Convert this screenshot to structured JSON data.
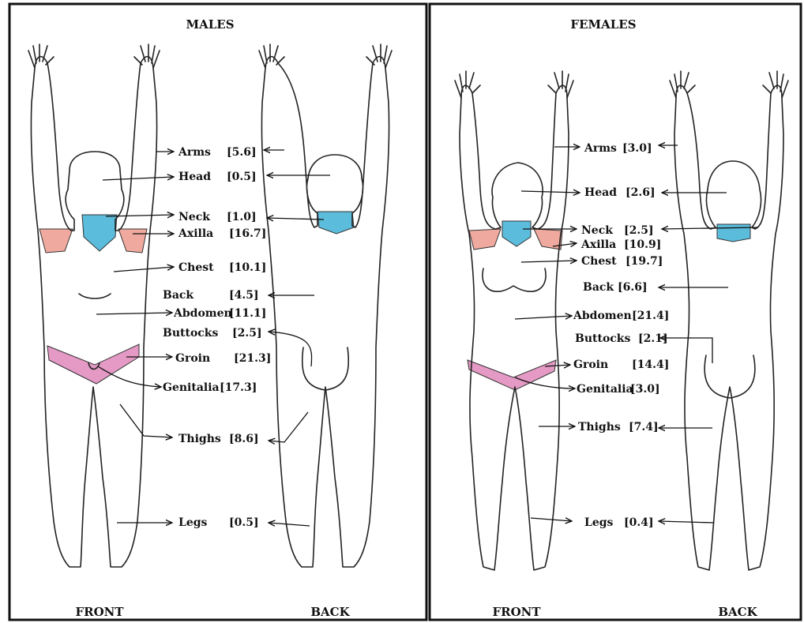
{
  "panels": [
    {
      "title": "MALES",
      "front_label": "FRONT",
      "back_label": "BACK",
      "labels": [
        {
          "text": "Arms",
          "value": "[5.6]"
        },
        {
          "text": "Head",
          "value": "[0.5]"
        },
        {
          "text": "Neck",
          "value": "[1.0]"
        },
        {
          "text": "Axilla",
          "value": "[16.7]"
        },
        {
          "text": "Chest",
          "value": "[10.1]"
        },
        {
          "text": "Back",
          "value": "[4.5]"
        },
        {
          "text": "Abdomen",
          "value": "[11.1]"
        },
        {
          "text": "Buttocks",
          "value": "[2.5]"
        },
        {
          "text": "Groin",
          "value": "[21.3]"
        },
        {
          "text": "Genitalia",
          "value": "[17.3]"
        },
        {
          "text": "Thighs",
          "value": "[8.6]"
        },
        {
          "text": "Legs",
          "value": "[0.5]"
        }
      ]
    },
    {
      "title": "FEMALES",
      "front_label": "FRONT",
      "back_label": "BACK",
      "labels": [
        {
          "text": "Arms",
          "value": "[3.0]"
        },
        {
          "text": "Head",
          "value": "[2.6]"
        },
        {
          "text": "Neck",
          "value": "[2.5]"
        },
        {
          "text": "Axilla",
          "value": "[10.9]"
        },
        {
          "text": "Chest",
          "value": "[19.7]"
        },
        {
          "text": "Back",
          "value": "[6.6]"
        },
        {
          "text": "Abdomen",
          "value": "[21.4]"
        },
        {
          "text": "Buttocks",
          "value": "[2.1]"
        },
        {
          "text": "Groin",
          "value": "[14.4]"
        },
        {
          "text": "Genitalia",
          "value": "[3.0]"
        },
        {
          "text": "Thighs",
          "value": "[7.4]"
        },
        {
          "text": "Legs",
          "value": "[0.4]"
        }
      ]
    }
  ],
  "colors": {
    "neck_highlight": "#5bbcdc",
    "axilla_highlight": "#f0a99e",
    "groin_highlight": "#e49ac4",
    "frame": "#111111"
  }
}
